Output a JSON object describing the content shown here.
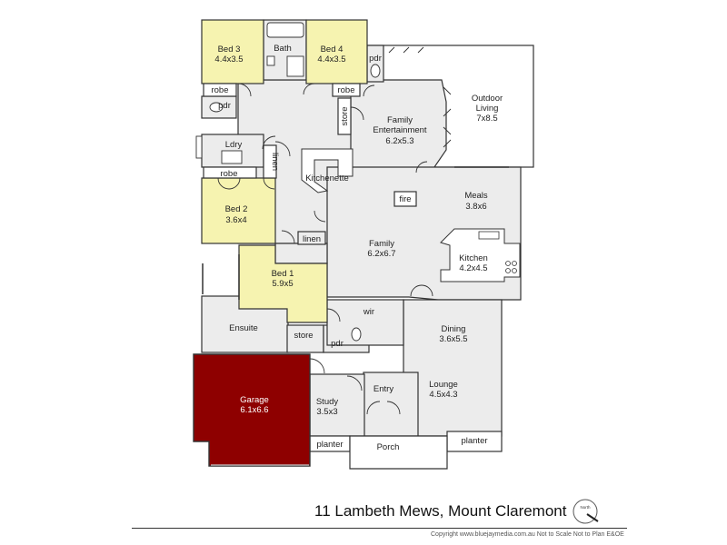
{
  "colors": {
    "wall": "#333333",
    "bedroom": "#f6f3b0",
    "living": "#ececec",
    "garage": "#8e0000",
    "outdoor": "#ffffff"
  },
  "rooms": {
    "bed3": {
      "name": "Bed 3",
      "size": "4.4x3.5"
    },
    "bath": {
      "name": "Bath"
    },
    "bed4": {
      "name": "Bed 4",
      "size": "4.4x3.5"
    },
    "pdr_top": {
      "name": "pdr"
    },
    "outdoor": {
      "name": "Outdoor",
      "name2": "Living",
      "size": "7x8.5"
    },
    "robe_bed3": {
      "name": "robe"
    },
    "robe_bed4": {
      "name": "robe"
    },
    "pdr_left": {
      "name": "pdr"
    },
    "store_top": {
      "name": "store"
    },
    "family_ent": {
      "name": "Family",
      "name2": "Entertainment",
      "size": "6.2x5.3"
    },
    "ldry": {
      "name": "Ldry"
    },
    "linen_upper": {
      "name": "linen"
    },
    "robe_bed2": {
      "name": "robe"
    },
    "kitchenette": {
      "name": "Kitchenette"
    },
    "bed2": {
      "name": "Bed 2",
      "size": "3.6x4"
    },
    "fire": {
      "name": "fire"
    },
    "meals": {
      "name": "Meals",
      "size": "3.8x6"
    },
    "linen_lower": {
      "name": "linen"
    },
    "family": {
      "name": "Family",
      "size": "6.2x6.7"
    },
    "kitchen": {
      "name": "Kitchen",
      "size": "4.2x4.5"
    },
    "bed1": {
      "name": "Bed 1",
      "size": "5.9x5"
    },
    "ensuite": {
      "name": "Ensuite"
    },
    "wir": {
      "name": "wir"
    },
    "store_bottom": {
      "name": "store"
    },
    "pdr_bottom": {
      "name": "pdr"
    },
    "dining": {
      "name": "Dining",
      "size": "3.6x5.5"
    },
    "garage": {
      "name": "Garage",
      "size": "6.1x6.6"
    },
    "study": {
      "name": "Study",
      "size": "3.5x3"
    },
    "entry": {
      "name": "Entry"
    },
    "lounge": {
      "name": "Lounge",
      "size": "4.5x4.3"
    },
    "planter_left": {
      "name": "planter"
    },
    "porch": {
      "name": "Porch"
    },
    "planter_right": {
      "name": "planter"
    }
  },
  "compass": {
    "label": "North"
  },
  "address": "11 Lambeth Mews, Mount Claremont",
  "footer": "Copyright www.bluejaymedia.com.au   Not to Scale Not to Plan E&OE"
}
